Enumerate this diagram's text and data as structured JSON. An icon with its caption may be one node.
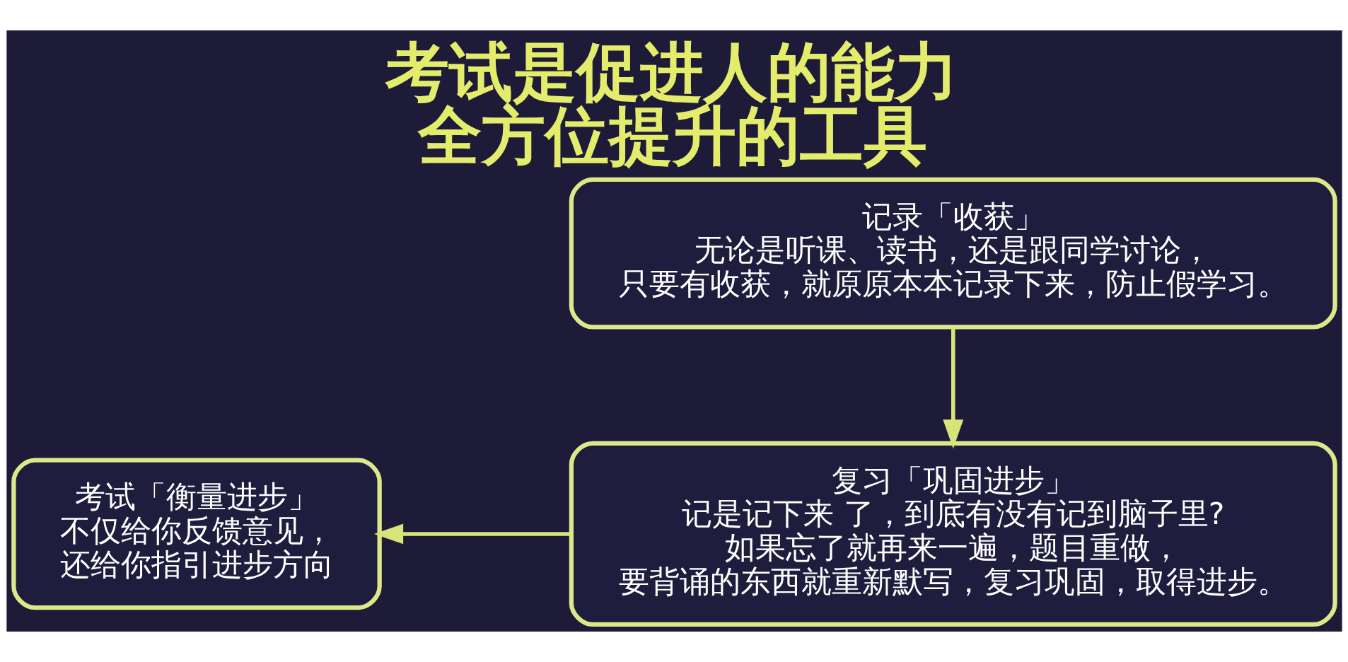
{
  "diagram": {
    "title": "考试是促进人的能力全方位提升的工具",
    "nodes": [
      {
        "text": [
          "记录「收获」",
          "无论是听课、读书，还是跟同学讨论，只要有收获，就原原本本记录下来，防止假学习。"
        ]
      },
      {
        "text": [
          "复习「巩固进步」",
          "记是记下来 了，到底有没有记到脑子里?如果忘了就再来一遍，题目重做，要背诵的东西就重新默写，复习巩固，取得进步。"
        ]
      },
      {
        "text": [
          "考试「衡量进步」",
          "不仅给你反馈意见，还给你指引进步方向"
        ]
      }
    ],
    "edges": [
      {
        "from": 0,
        "to": 1,
        "arrow": "to"
      },
      {
        "from": 1,
        "to": 2,
        "arrow": "to"
      }
    ]
  }
}
